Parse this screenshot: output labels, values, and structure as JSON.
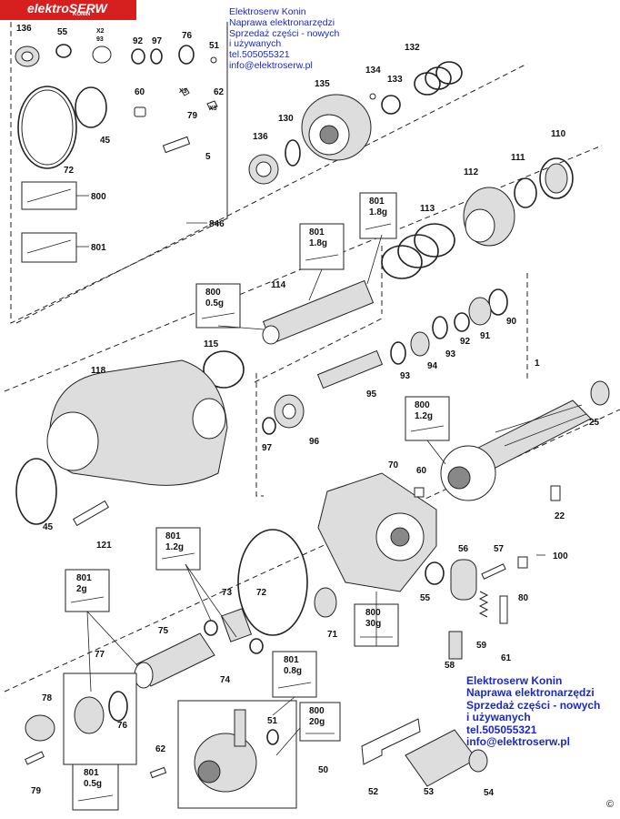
{
  "brand": {
    "logo_text": "elektroSERW",
    "logo_sub": "KONIN"
  },
  "watermark_top": [
    "Elektroserw Konin",
    "Naprawa elektronarzędzi",
    "Sprzedaż części - nowych",
    "i używanych",
    "tel.505055321",
    "info@elektroserw.pl"
  ],
  "watermark_bottom": [
    "Elektroserw Konin",
    "Naprawa elektronarzędzi",
    "Sprzedaż części - nowych",
    "i używanych",
    "tel.505055321",
    "info@elektroserw.pl"
  ],
  "copyright": "©",
  "labels": {
    "p136a": "136",
    "p55a": "55",
    "x2": "X2",
    "p93a": "93",
    "p92a": "92",
    "p97a": "97",
    "p76a": "76",
    "p51a": "51",
    "p60a": "60",
    "x3": "X3",
    "p79a": "79",
    "p62a": "62",
    "x3b": "X3",
    "p45a": "45",
    "p72a": "72",
    "p5": "5",
    "p800a": "800",
    "p801a": "801",
    "p846": "846",
    "p134": "134",
    "p132": "132",
    "p133": "133",
    "p135": "135",
    "p130": "130",
    "p136b": "136",
    "p110": "110",
    "p111": "111",
    "p112": "112",
    "p113": "113",
    "p114": "114",
    "p90": "90",
    "p91": "91",
    "p92b": "92",
    "p93b": "93",
    "p94": "94",
    "p93c": "93",
    "p95": "95",
    "p1": "1",
    "p25": "25",
    "p115": "115",
    "p118": "118",
    "p97b": "97",
    "p96": "96",
    "p70": "70",
    "p60b": "60",
    "p22": "22",
    "p45b": "45",
    "p121": "121",
    "p56": "56",
    "p57": "57",
    "p100": "100",
    "p55b": "55",
    "p80": "80",
    "p59": "59",
    "p61": "61",
    "p58": "58",
    "p73": "73",
    "p72b": "72",
    "p71": "71",
    "p75": "75",
    "p74": "74",
    "p77": "77",
    "p78": "78",
    "p76b": "76",
    "p79b": "79",
    "p62b": "62",
    "p51b": "51",
    "p50": "50",
    "p52": "52",
    "p53": "53",
    "p54": "54"
  },
  "lube_boxes": {
    "b1": {
      "num": "801",
      "weight": "1.8g"
    },
    "b2": {
      "num": "801",
      "weight": "1.8g"
    },
    "b3": {
      "num": "800",
      "weight": "0.5g"
    },
    "b4": {
      "num": "800",
      "weight": "1.2g"
    },
    "b5": {
      "num": "801",
      "weight": "1.2g"
    },
    "b6": {
      "num": "801",
      "weight": "2g"
    },
    "b7": {
      "num": "800",
      "weight": "30g"
    },
    "b8": {
      "num": "801",
      "weight": "0.8g"
    },
    "b9": {
      "num": "800",
      "weight": "20g"
    },
    "b10": {
      "num": "801",
      "weight": "0.5g"
    }
  }
}
